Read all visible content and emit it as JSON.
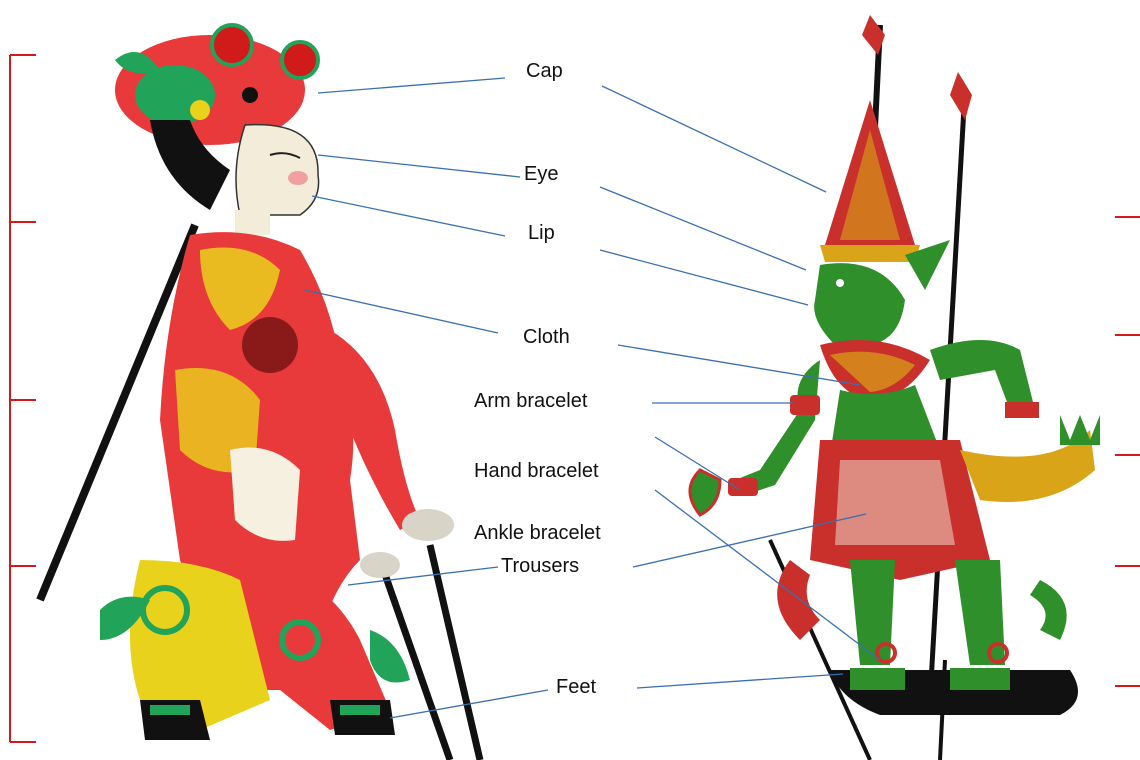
{
  "labels": {
    "cap": "Cap",
    "eye": "Eye",
    "lip": "Lip",
    "cloth": "Cloth",
    "arm_bracelet": "Arm bracelet",
    "hand_bracelet": "Hand bracelet",
    "ankle_bracelet": "Ankle bracelet",
    "trousers": "Trousers",
    "feet": "Feet"
  },
  "colors": {
    "leader_line": "#3a6fb0",
    "bracket": "#d11a1a",
    "left_puppet_red": "#e83a3a",
    "left_puppet_yellow": "#e9d21c",
    "left_puppet_green": "#21a35a",
    "right_puppet_green": "#2f8f2a",
    "right_puppet_red": "#c9302c",
    "right_puppet_gold": "#d9a417"
  }
}
